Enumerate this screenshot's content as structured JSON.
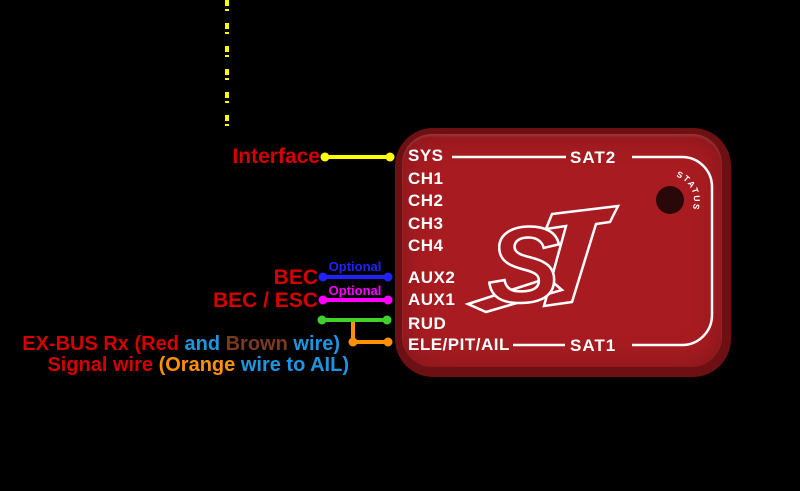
{
  "colors": {
    "background": "#000000",
    "device_body": "#a81c21",
    "device_border": "#6c1013",
    "led": "#2a0708",
    "white": "#ffffff"
  },
  "wires": {
    "interface": {
      "name": "interface-wire-yellow",
      "color": "#ffff00"
    },
    "dashed_top": {
      "name": "dashed-continuation-yellow",
      "color": "#ffff00"
    },
    "bec": {
      "name": "bec-wire-blue",
      "color": "#2222ff"
    },
    "bec_esc": {
      "name": "bec-esc-wire-magenta",
      "color": "#ff00ff"
    },
    "exbus": {
      "name": "exbus-wire-green",
      "color": "#3fd22b"
    },
    "signal": {
      "name": "signal-wire-orange",
      "color": "#ff9100"
    }
  },
  "labels": {
    "interface": {
      "text": "Interface",
      "color": "#d50000"
    },
    "bec": {
      "text": "BEC",
      "color": "#d50000"
    },
    "optional_bec": {
      "text": "Optional",
      "color": "#2222ff"
    },
    "bec_esc": {
      "text": "BEC / ESC",
      "color": "#d50000"
    },
    "optional_esc": {
      "text": "Optional",
      "color": "#ff00ff"
    },
    "exbus": {
      "segments": [
        {
          "text": "EX-BUS Rx (Red",
          "color": "#d50000"
        },
        {
          "text": " and ",
          "color": "#1e95e0"
        },
        {
          "text": "Brown",
          "color": "#7a3a1f"
        },
        {
          "text": " wire)",
          "color": "#1e95e0"
        }
      ]
    },
    "signal": {
      "segments": [
        {
          "text": "Signal wire ",
          "color": "#d50000"
        },
        {
          "text": "(Orange ",
          "color": "#ff9100"
        },
        {
          "text": "wire to AIL)",
          "color": "#1e95e0"
        }
      ]
    }
  },
  "device": {
    "ports": [
      "SYS",
      "CH1",
      "CH2",
      "CH3",
      "CH4",
      "AUX2",
      "AUX1",
      "RUD",
      "ELE/PIT/AIL"
    ],
    "sat2": "SAT2",
    "sat1": "SAT1",
    "status": "STATUS",
    "logo_letter": "S"
  }
}
